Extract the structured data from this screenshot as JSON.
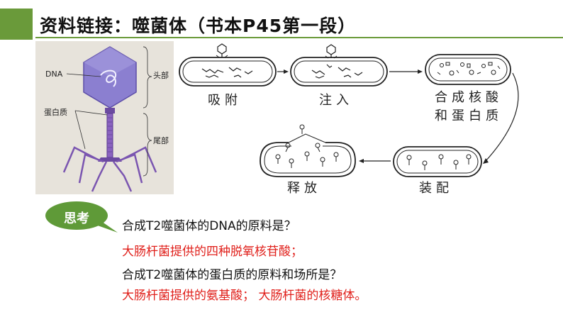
{
  "header": {
    "title": "资料链接：噬菌体（书本P45第一段）",
    "accent_color": "#6a9a3a"
  },
  "phage_figure": {
    "labels": {
      "dna": "DNA",
      "protein": "蛋白质",
      "head": "头部",
      "tail": "尾部"
    },
    "capsid_color": "#8b7fd0",
    "tail_color": "#7a55b0"
  },
  "lifecycle": {
    "stages": {
      "adsorb": "吸附",
      "inject": "注入",
      "synthesize_line1": "合成核酸",
      "synthesize_line2": "和蛋白质",
      "assemble": "装配",
      "release": "释放"
    }
  },
  "discussion": {
    "bubble_label": "思考",
    "bubble_color": "#5f9a38",
    "question1": "合成T2噬菌体的DNA的原料是？",
    "answer1": "大肠杆菌提供的四种脱氧核苷酸；",
    "question2": "合成T2噬菌体的蛋白质的原料和场所是？",
    "answer2": "大肠杆菌提供的氨基酸；  大肠杆菌的核糖体。",
    "answer_color": "#e0201b"
  }
}
